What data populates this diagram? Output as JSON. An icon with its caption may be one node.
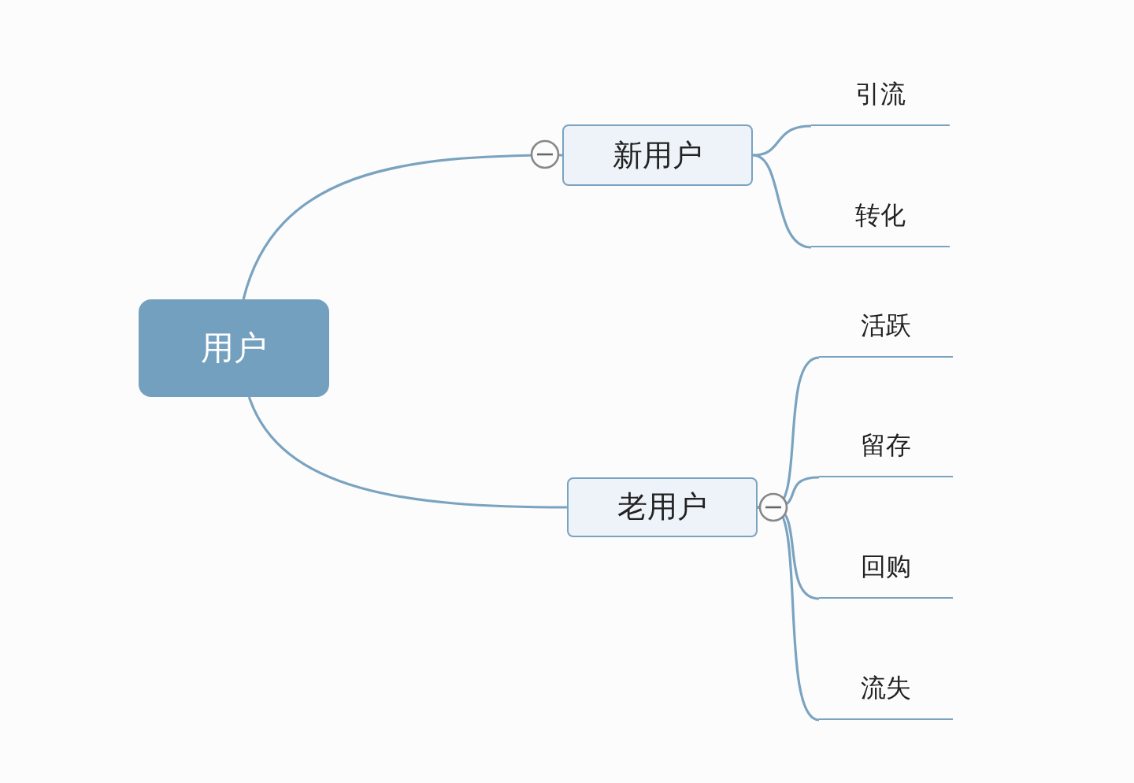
{
  "diagram": {
    "nodes": [
      {
        "text": [
          "用户"
        ]
      },
      {
        "text": [
          "新用户"
        ]
      },
      {
        "text": [
          "老用户"
        ]
      },
      {
        "text": [
          "引流"
        ]
      },
      {
        "text": [
          "转化"
        ]
      },
      {
        "text": [
          "活跃"
        ]
      },
      {
        "text": [
          "留存"
        ]
      },
      {
        "text": [
          "回购"
        ]
      },
      {
        "text": [
          "流失"
        ]
      }
    ],
    "edges": [
      {
        "from": 0,
        "to": 1,
        "arrow": "none"
      },
      {
        "from": 0,
        "to": 2,
        "arrow": "none"
      },
      {
        "from": 1,
        "to": 3,
        "arrow": "none"
      },
      {
        "from": 1,
        "to": 4,
        "arrow": "none"
      },
      {
        "from": 2,
        "to": 5,
        "arrow": "none"
      },
      {
        "from": 2,
        "to": 6,
        "arrow": "none"
      },
      {
        "from": 2,
        "to": 7,
        "arrow": "none"
      },
      {
        "from": 2,
        "to": 8,
        "arrow": "none"
      }
    ]
  }
}
